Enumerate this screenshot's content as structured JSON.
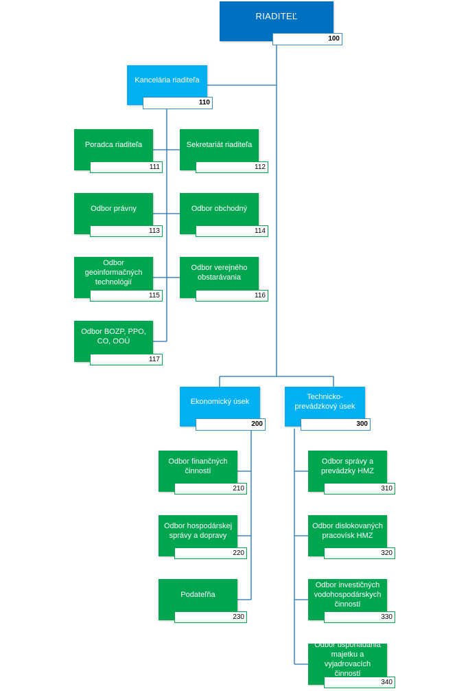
{
  "org_chart": {
    "root": {
      "label": "RIADITEĽ",
      "code": "100"
    },
    "office": {
      "label": "Kancelária riaditeľa",
      "code": "110"
    },
    "office_units": [
      {
        "label": "Poradca riaditeľa",
        "code": "111"
      },
      {
        "label": "Sekretariát riaditeľa",
        "code": "112"
      },
      {
        "label": "Odbor právny",
        "code": "113"
      },
      {
        "label": "Odbor obchodný",
        "code": "114"
      },
      {
        "label": "Odbor geoinformačných technológií",
        "code": "115"
      },
      {
        "label": "Odbor verejného obstarávania",
        "code": "116"
      },
      {
        "label": "Odbor BOZP, PPO, CO, OOÚ",
        "code": "117"
      }
    ],
    "economic": {
      "label": "Ekonomický úsek",
      "code": "200"
    },
    "economic_units": [
      {
        "label": "Odbor finančných činností",
        "code": "210"
      },
      {
        "label": "Odbor hospodárskej správy a dopravy",
        "code": "220"
      },
      {
        "label": "Podateľňa",
        "code": "230"
      }
    ],
    "technical": {
      "label": "Technicko-prevádzkový úsek",
      "code": "300"
    },
    "technical_units": [
      {
        "label": "Odbor správy a prevádzky HMZ",
        "code": "310"
      },
      {
        "label": "Odbor dislokovaných pracovísk HMZ",
        "code": "320"
      },
      {
        "label": "Odbor investičných vodohospodárskych činností",
        "code": "330"
      },
      {
        "label": "Odbor usporiadania majetku a vyjadrovacích činností",
        "code": "340"
      }
    ]
  },
  "colors": {
    "root": "#0070c0",
    "division": "#00b0f0",
    "unit": "#00a550",
    "connector": "#1f6fb5"
  }
}
